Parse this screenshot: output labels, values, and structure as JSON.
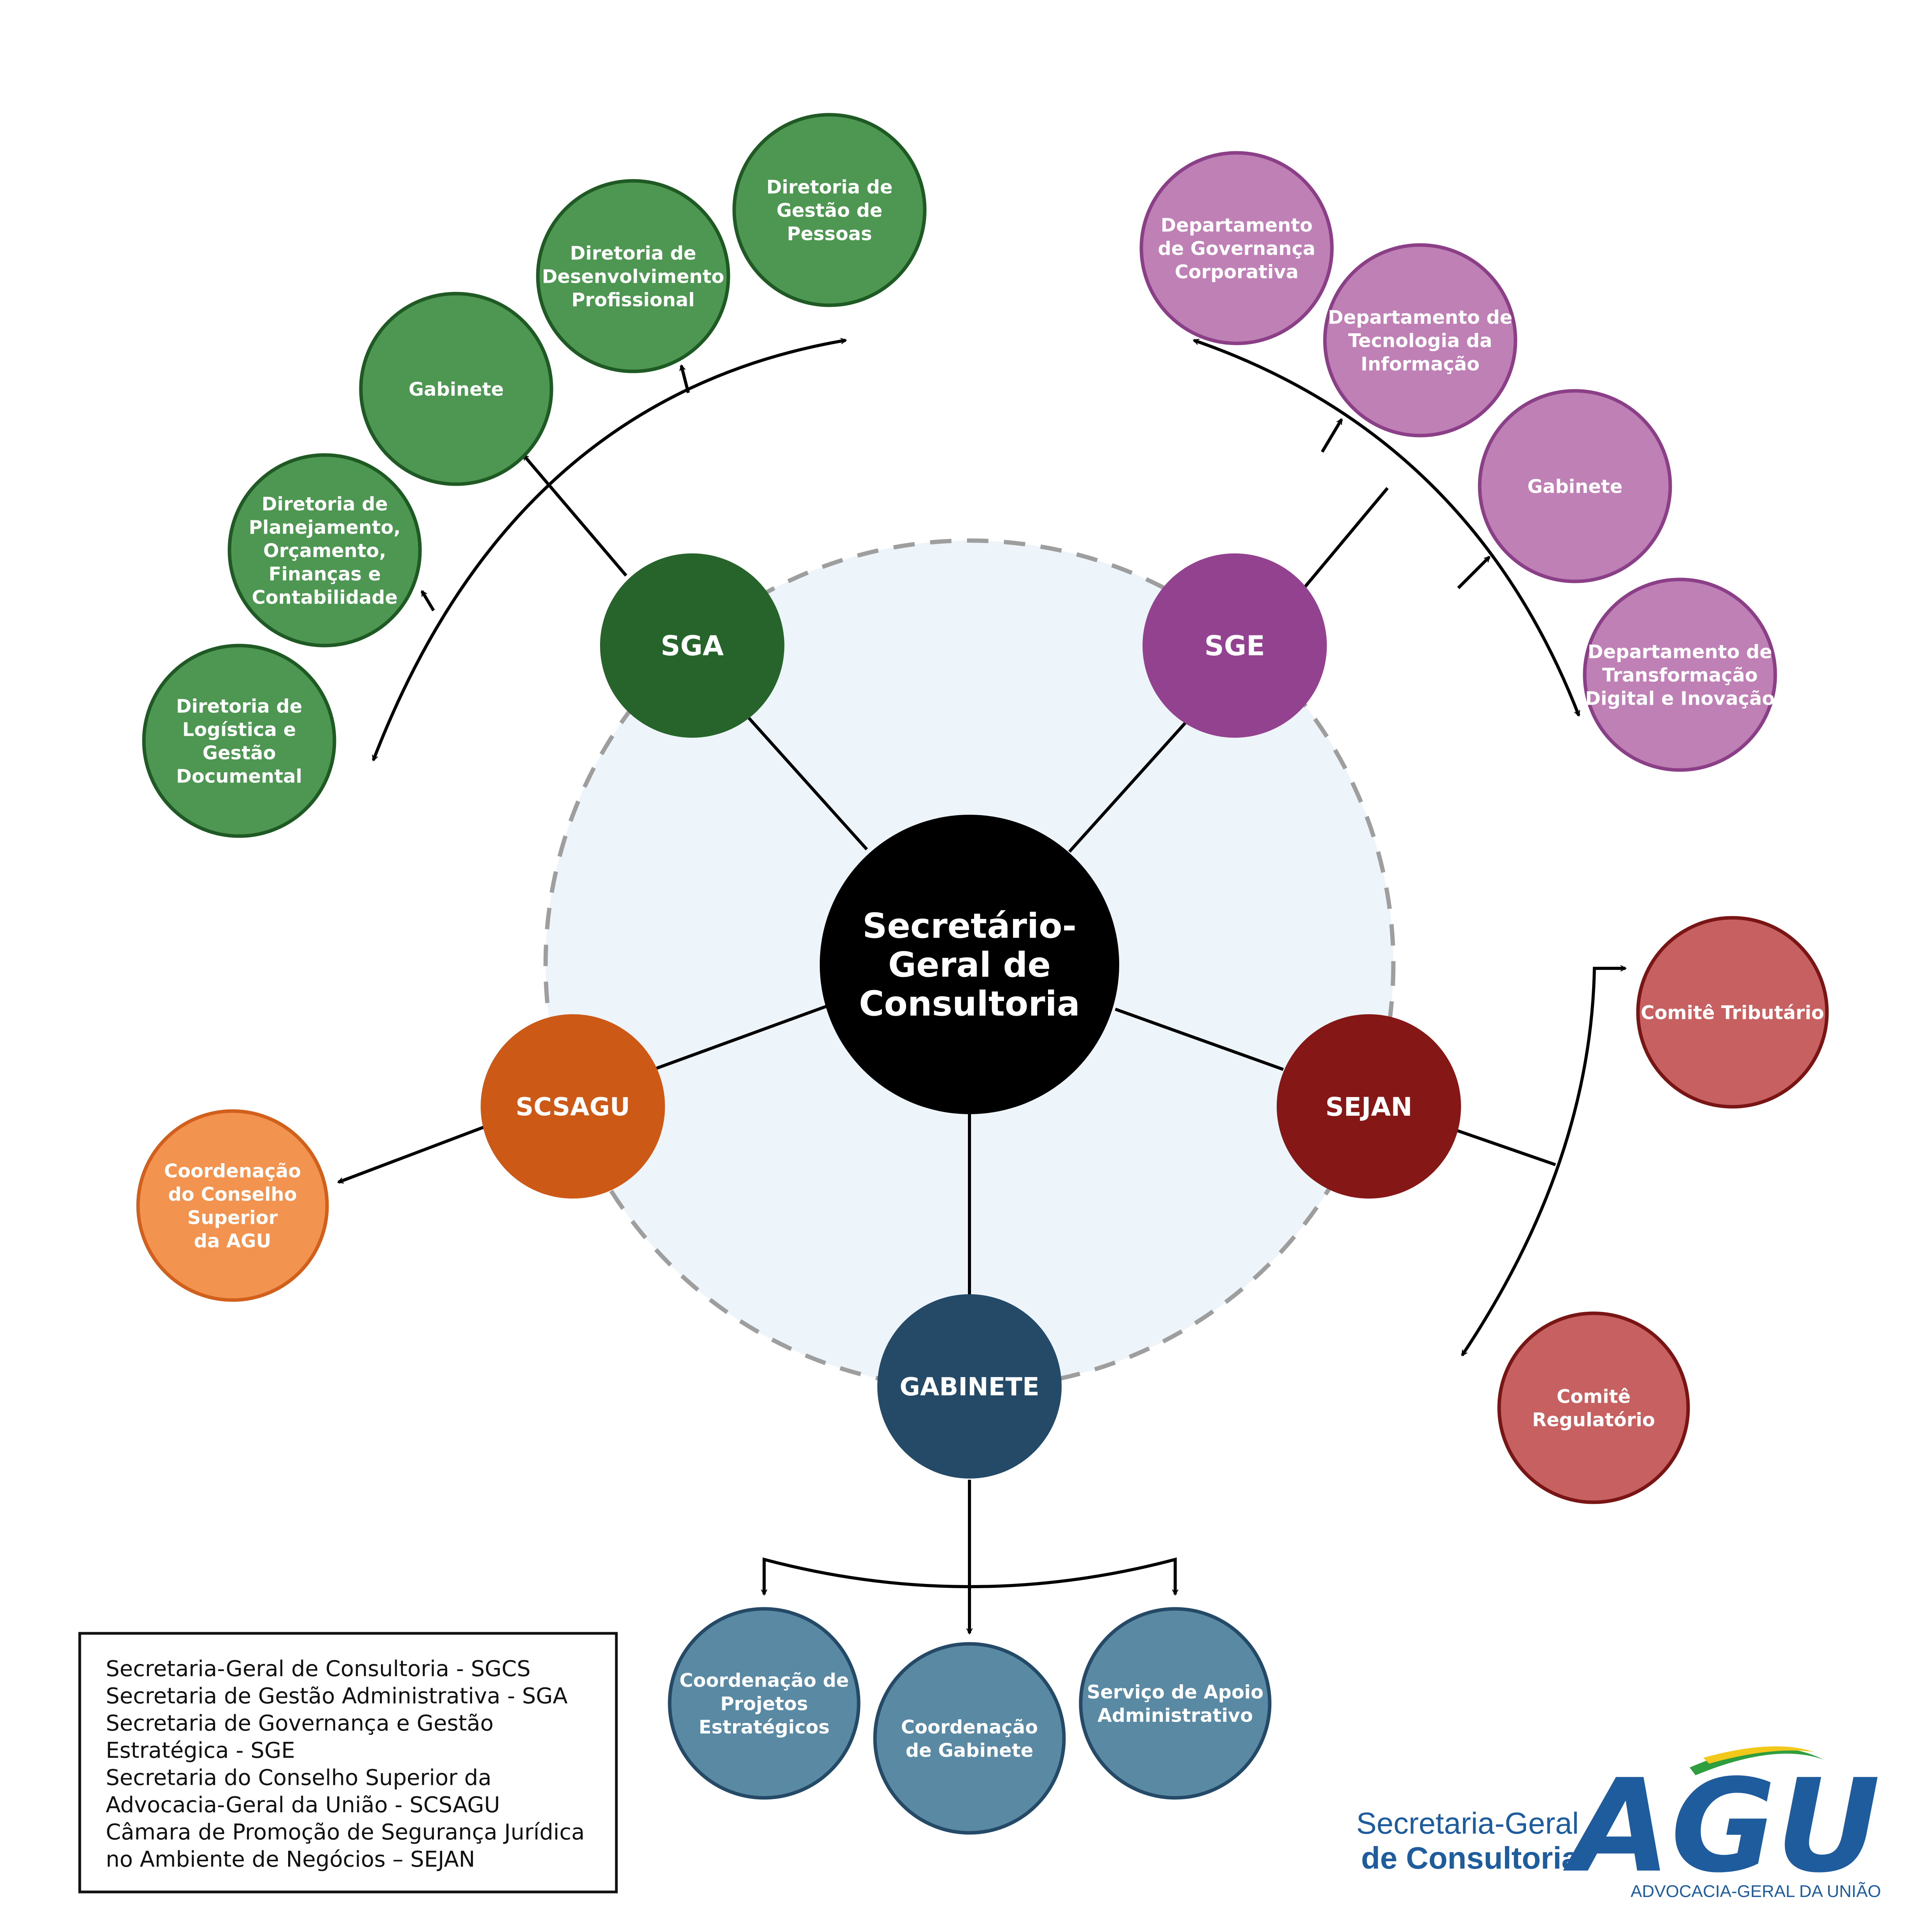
{
  "colors": {
    "center": "#000000",
    "sga": "#26642c",
    "sga_child": "#4e9753",
    "sga_child_stroke": "#1f5a25",
    "sge": "#934290",
    "sge_child": "#bf80b5",
    "sge_child_stroke": "#8a3f86",
    "sejan": "#851816",
    "sejan_child": "#c76060",
    "sejan_child_stroke": "#7a1515",
    "scsagu": "#cd5917",
    "scsagu_child": "#f2944f",
    "scsagu_child_stroke": "#d0601c",
    "gabinete": "#244a67",
    "gabinete_child": "#5a89a3",
    "gabinete_child_stroke": "#244a67",
    "hub_fill": "#edf4fa",
    "hub_stroke": "#9e9e9e",
    "brand_blue": "#1f5c9e"
  },
  "center": {
    "label": [
      "Secretário-",
      "Geral de",
      "Consultoria"
    ]
  },
  "secretariats": {
    "sga": {
      "label": "SGA"
    },
    "sge": {
      "label": "SGE"
    },
    "sejan": {
      "label": "SEJAN"
    },
    "scsagu": {
      "label": "SCSAGU"
    },
    "gabinete": {
      "label": "GABINETE"
    }
  },
  "children": {
    "sga": [
      {
        "label": [
          "Diretoria de",
          "Gestão de",
          "Pessoas"
        ]
      },
      {
        "label": [
          "Diretoria de",
          "Desenvolvimento",
          "Profissional"
        ]
      },
      {
        "label": [
          "Gabinete"
        ]
      },
      {
        "label": [
          "Diretoria de",
          "Planejamento,",
          "Orçamento,",
          "Finanças e",
          "Contabilidade"
        ]
      },
      {
        "label": [
          "Diretoria de",
          "Logística e",
          "Gestão",
          "Documental"
        ]
      }
    ],
    "sge": [
      {
        "label": [
          "Departamento",
          "de Governança",
          "Corporativa"
        ]
      },
      {
        "label": [
          "Departamento de",
          "Tecnologia da",
          "Informação"
        ]
      },
      {
        "label": [
          "Gabinete"
        ]
      },
      {
        "label": [
          "Departamento de",
          "Transformação",
          "Digital e Inovação"
        ]
      }
    ],
    "sejan": [
      {
        "label": [
          "Comitê Tributário"
        ]
      },
      {
        "label": [
          "Comitê",
          "Regulatório"
        ]
      }
    ],
    "scsagu": [
      {
        "label": [
          "Coordenação",
          "do Conselho",
          "Superior",
          "da AGU"
        ]
      }
    ],
    "gabinete": [
      {
        "label": [
          "Coordenação de",
          "Projetos",
          "Estratégicos"
        ]
      },
      {
        "label": [
          "Coordenação",
          "de Gabinete"
        ]
      },
      {
        "label": [
          "Serviço de Apoio",
          "Administrativo"
        ]
      }
    ]
  },
  "legend": {
    "lines": [
      "Secretaria-Geral de Consultoria - SGCS",
      "Secretaria de Gestão Administrativa - SGA",
      "Secretaria de Governança e Gestão",
      "Estratégica - SGE",
      "Secretaria do Conselho Superior da",
      "Advocacia-Geral da União - SCSAGU",
      "Câmara de Promoção de Segurança Jurídica",
      "no Ambiente de Negócios – SEJAN"
    ]
  },
  "branding": {
    "line1": "Secretaria-Geral",
    "line2": "de Consultoria",
    "logo_text": "AGU",
    "logo_caption": "ADVOCACIA-GERAL DA UNIÃO"
  }
}
